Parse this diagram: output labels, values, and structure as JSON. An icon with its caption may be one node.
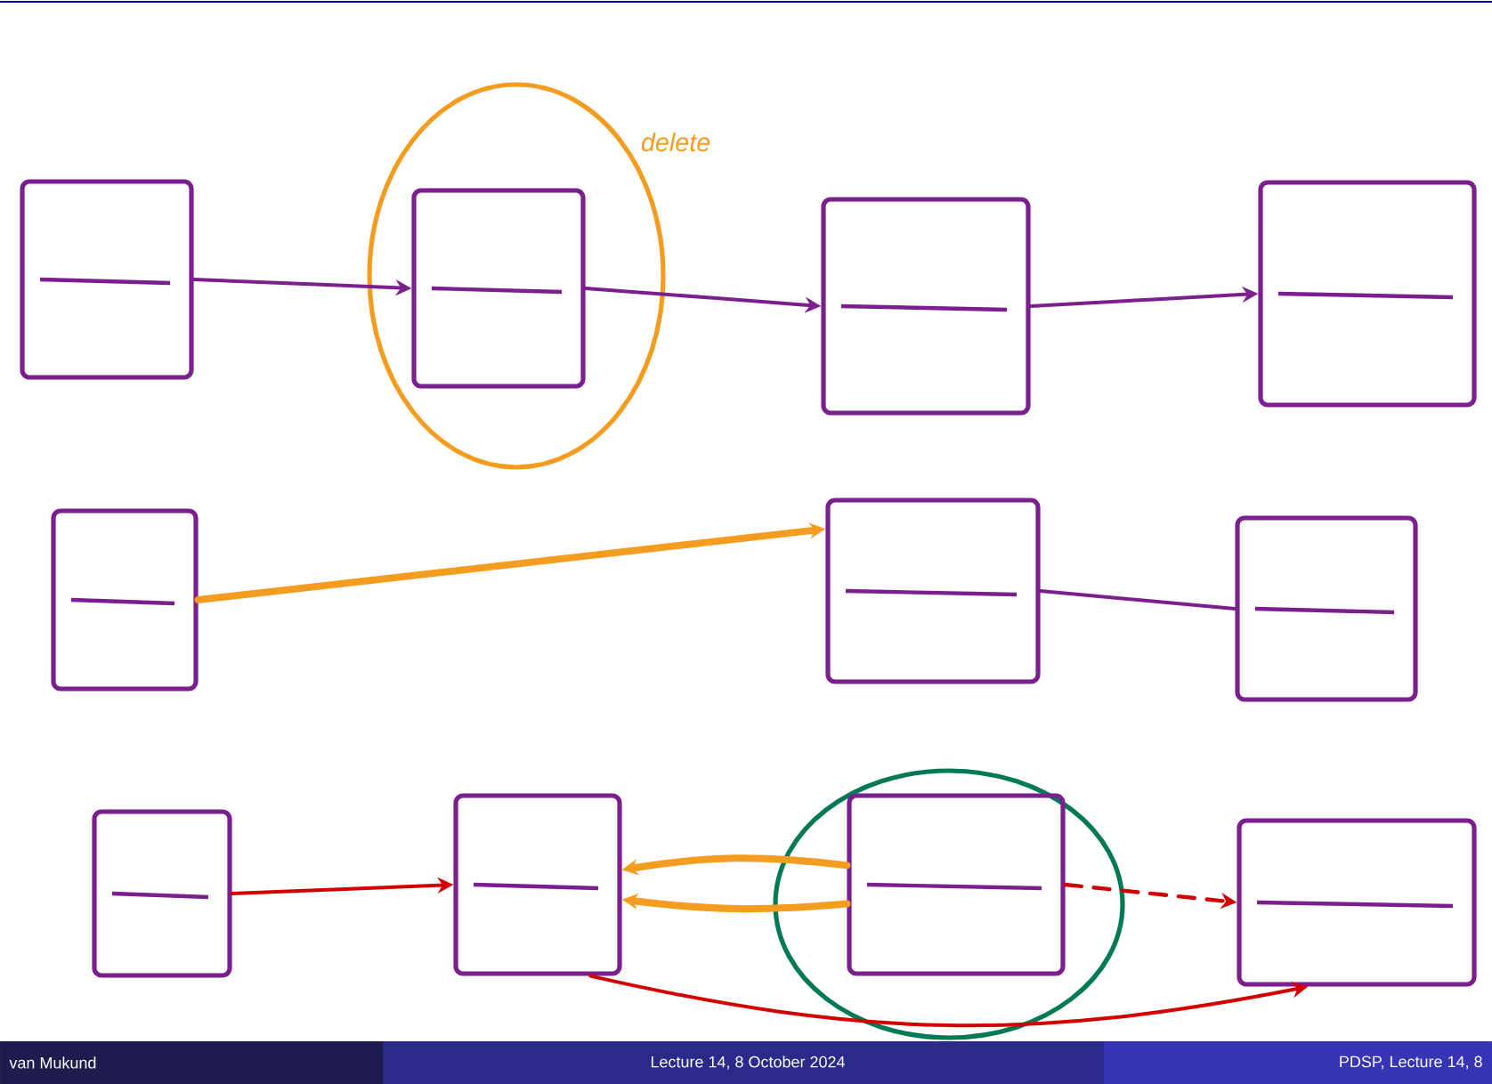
{
  "diagram": {
    "nodes": [
      {
        "text": [],
        "shape": "box"
      },
      {
        "text": [
          "delete"
        ]
      },
      {
        "text": [],
        "shape": "box",
        "in": 1
      },
      {
        "text": [],
        "shape": "box"
      },
      {
        "text": [],
        "shape": "box"
      },
      {
        "text": [],
        "shape": "box"
      },
      {
        "text": [],
        "shape": "box"
      },
      {
        "text": [],
        "shape": "box"
      },
      {
        "text": [],
        "shape": "box"
      },
      {
        "text": [],
        "shape": "box"
      },
      {
        "text": [],
        "shape": "circle"
      },
      {
        "text": [],
        "shape": "box",
        "in": 10
      },
      {
        "text": [],
        "shape": "box"
      }
    ],
    "edges": [
      {
        "from": 0,
        "to": 2,
        "arrow": "to"
      },
      {
        "from": 2,
        "to": 3,
        "arrow": "to"
      },
      {
        "from": 3,
        "to": 4,
        "arrow": "to"
      },
      {
        "from": 5,
        "to": 6,
        "arrow": "to",
        "style": "thick",
        "color": "#f39c1f"
      },
      {
        "from": 6,
        "to": 7,
        "arrow": "none"
      },
      {
        "from": 8,
        "to": 9,
        "arrow": "to",
        "color": "#d40000"
      },
      {
        "from": 11,
        "to": 9,
        "arrow": "to",
        "style": "thick",
        "color": "#f39c1f"
      },
      {
        "from": 11,
        "to": 9,
        "arrow": "to",
        "style": "thick",
        "color": "#f39c1f"
      },
      {
        "from": 11,
        "to": 12,
        "arrow": "to",
        "style": "dashed",
        "color": "#d40000"
      },
      {
        "from": 9,
        "to": 12,
        "arrow": "to",
        "color": "#d40000"
      }
    ],
    "labels": [
      "van Mukund",
      "Lecture 14, 8 October 2024",
      "PDSP, Lecture 14, 8"
    ]
  }
}
